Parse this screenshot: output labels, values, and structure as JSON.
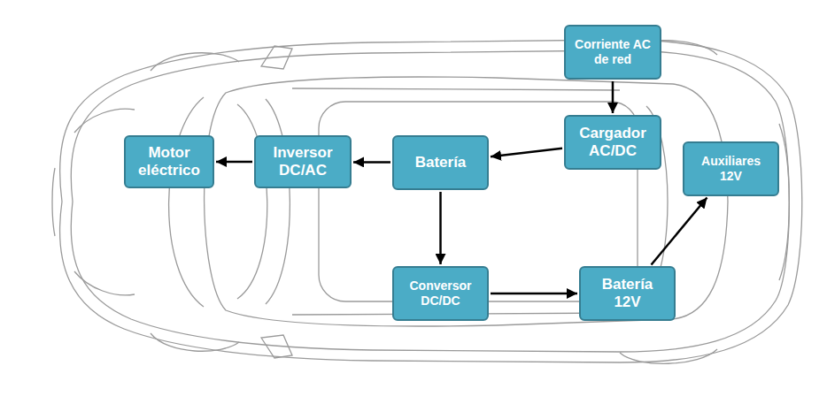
{
  "diagram": {
    "nodes": [
      {
        "text": [
          "Corriente AC de red"
        ]
      },
      {
        "text": [
          "Motor eléctrico"
        ]
      },
      {
        "text": [
          "Inversor DC/AC"
        ]
      },
      {
        "text": [
          "Batería"
        ]
      },
      {
        "text": [
          "Cargador AC/DC"
        ]
      },
      {
        "text": [
          "Auxiliares 12V"
        ]
      },
      {
        "text": [
          "Conversor DC/DC"
        ]
      },
      {
        "text": [
          "Batería 12V"
        ]
      }
    ],
    "edges": [
      {
        "from": 0,
        "to": 4,
        "arrow": "to"
      },
      {
        "from": 4,
        "to": 3,
        "arrow": "to"
      },
      {
        "from": 3,
        "to": 2,
        "arrow": "to"
      },
      {
        "from": 2,
        "to": 1,
        "arrow": "to"
      },
      {
        "from": 3,
        "to": 6,
        "arrow": "to"
      },
      {
        "from": 6,
        "to": 7,
        "arrow": "to"
      },
      {
        "from": 7,
        "to": 5,
        "arrow": "to"
      }
    ]
  }
}
